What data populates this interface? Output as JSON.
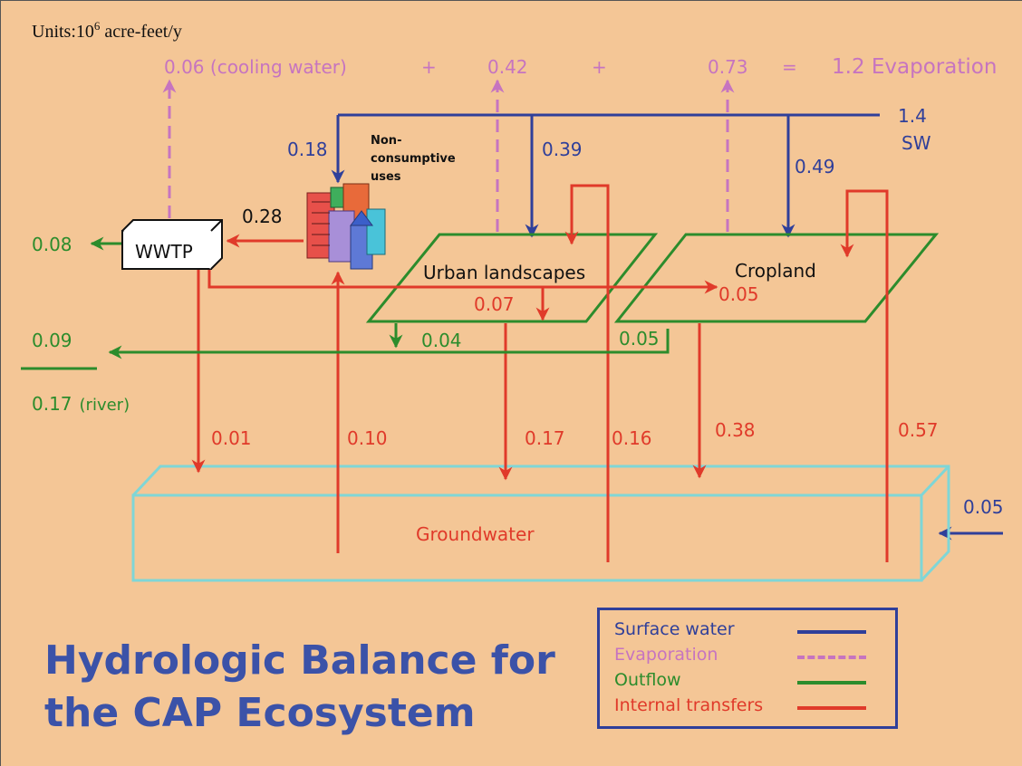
{
  "units": {
    "prefix": "Units:10",
    "exponent": "6",
    "suffix": " acre-feet/y"
  },
  "evaporation_header": {
    "cooling": "0.06  (cooling water)",
    "plus1": "+",
    "urban": "0.42",
    "plus2": "+",
    "crop": "0.73",
    "equals": "=",
    "total": "1.2 Evaporation"
  },
  "sw_input": {
    "value": "1.4",
    "label": "SW"
  },
  "nodes": {
    "wwtp": "WWTP",
    "non_consumptive": [
      "Non-",
      "consumptive",
      "uses"
    ],
    "urban": "Urban landscapes",
    "cropland": "Cropland",
    "groundwater": "Groundwater"
  },
  "flows": {
    "to_city": "0.18",
    "to_urban": "0.39",
    "to_crop": "0.49",
    "city_to_wwtp": "0.28",
    "wwtp_out": "0.08",
    "urban_internal": "0.07",
    "crop_from_wwtp": "0.05",
    "outflow_total": "0.09",
    "urban_outflow": "0.04",
    "crop_outflow": "0.05",
    "river": "0.17",
    "river_label": "(river)",
    "wwtp_to_gw": "0.01",
    "gw_to_city": "0.10",
    "urban_to_gw": "0.17",
    "gw_to_urban": "0.16",
    "crop_to_gw": "0.38",
    "gw_to_crop": "0.57",
    "gw_inflow": "0.05"
  },
  "legend": [
    {
      "label": "Surface water",
      "color": "#2f3f9a",
      "dashed": false
    },
    {
      "label": "Evaporation",
      "color": "#c674c0",
      "dashed": true
    },
    {
      "label": "Outflow",
      "color": "#2c8c2c",
      "dashed": false
    },
    {
      "label": "Internal transfers",
      "color": "#e03a2a",
      "dashed": false
    }
  ],
  "title": [
    "Hydrologic Balance for",
    "the CAP Ecosystem"
  ],
  "colors": {
    "background": "#f4c696",
    "surface_water": "#2f3f9a",
    "evaporation": "#c674c0",
    "outflow": "#2c8c2c",
    "internal": "#e03a2a",
    "groundwater_box": "#7fd6d6",
    "title": "#3b52a8"
  }
}
